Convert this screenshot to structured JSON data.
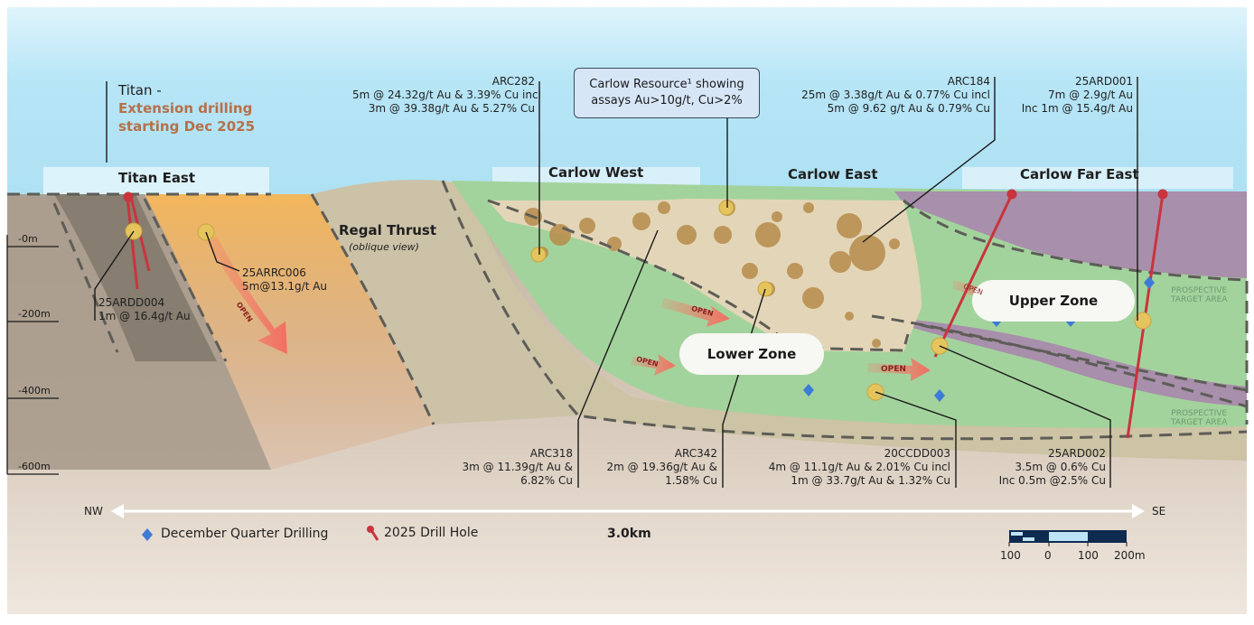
{
  "regions": {
    "titan_east": "Titan East",
    "carlow_west": "Carlow West",
    "carlow_east": "Carlow East",
    "carlow_far_east": "Carlow Far East",
    "regal_thrust": "Regal Thrust",
    "regal_thrust_sub": "(oblique view)"
  },
  "titan_note": {
    "line1": "Titan -",
    "line2": "Extension drilling",
    "line3": "starting Dec 2025"
  },
  "callout": {
    "line1": "Carlow Resource¹ showing",
    "line2": "assays Au>10g/t, Cu>2%"
  },
  "zones": {
    "upper": "Upper Zone",
    "lower": "Lower Zone",
    "prospective": [
      "PROSPECTIVE",
      "TARGET AREA"
    ]
  },
  "open_label": "OPEN",
  "holes": {
    "arc282": [
      "ARC282",
      "5m @ 24.32g/t Au & 3.39% Cu incl",
      "3m @ 39.38g/t Au & 5.27% Cu"
    ],
    "arc184": [
      "ARC184",
      "25m @ 3.38g/t Au & 0.77% Cu incl",
      "5m @ 9.62 g/t Au & 0.79% Cu"
    ],
    "ard001": [
      "25ARD001",
      "7m @ 2.9g/t Au",
      "Inc 1m @ 15.4g/t Au"
    ],
    "ardd004": [
      "25ARDD004",
      "1m @ 16.4g/t Au"
    ],
    "arrc006": [
      "25ARRC006",
      "5m@13.1g/t Au"
    ],
    "arc318": [
      "ARC318",
      "3m @ 11.39g/t Au &",
      "6.82% Cu"
    ],
    "arc342": [
      "ARC342",
      "2m @ 19.36g/t Au &",
      "1.58% Cu"
    ],
    "ccdd003": [
      "20CCDD003",
      "4m @ 11.1g/t Au & 2.01% Cu incl",
      "1m @ 33.7g/t Au & 1.32% Cu"
    ],
    "ard002": [
      "25ARD002",
      "3.5m @ 0.6% Cu",
      "Inc 0.5m @2.5% Cu"
    ]
  },
  "depths": [
    "-0m",
    "-200m",
    "-400m",
    "-600m"
  ],
  "axis": {
    "left": "NW",
    "right": "SE",
    "length": "3.0km"
  },
  "legend": {
    "diamond": "December Quarter Drilling",
    "drill": "2025 Drill Hole"
  },
  "scale": [
    "100",
    "0",
    "100",
    "200m"
  ],
  "colors": {
    "sky": "#b8e6f6",
    "green": "#a3d39c",
    "purple": "#a88fab",
    "beige": "#e3d6b8",
    "orange": "#f1b15a",
    "drill": "#c9343d",
    "diamond": "#3d7bd6"
  }
}
